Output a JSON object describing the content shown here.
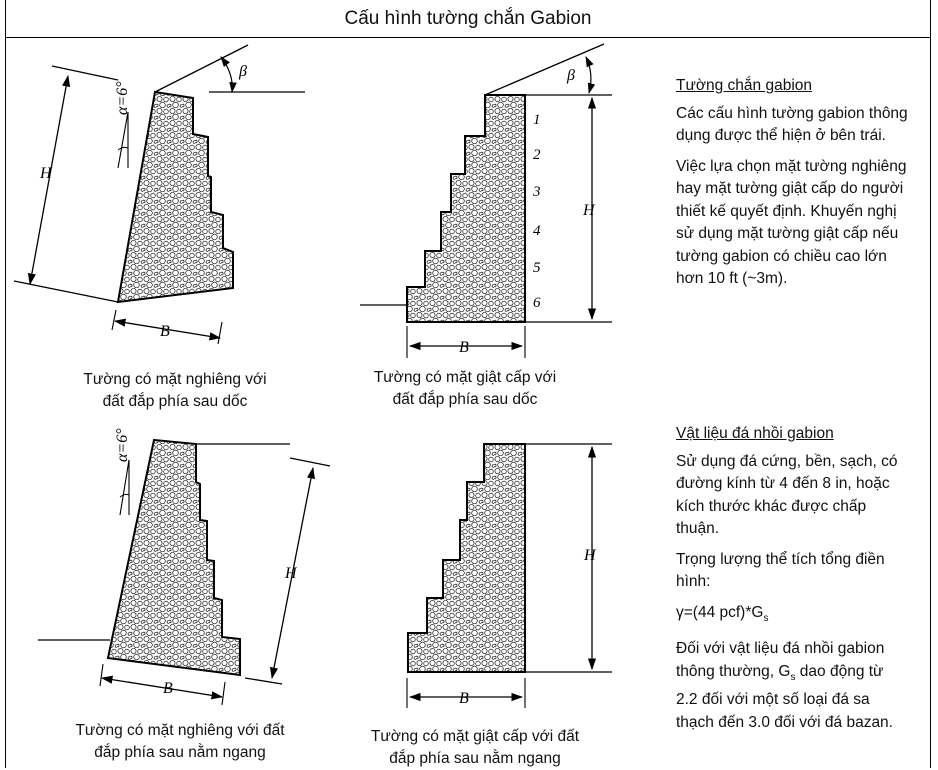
{
  "title": "Cấu hình tường chắn Gabion",
  "captions": {
    "tl": [
      "Tường có mặt nghiêng với",
      "đất đắp phía sau dốc"
    ],
    "tr": [
      "Tường có mặt giật cấp với",
      "đất đắp phía sau dốc"
    ],
    "bl": [
      "Tường có mặt nghiêng với đất",
      "đắp phía sau nằm ngang"
    ],
    "br": [
      "Tường có mặt giật cấp với đất",
      "đắp phía sau nằm ngang"
    ]
  },
  "labels": {
    "H": "H",
    "B": "B",
    "beta": "β",
    "alpha": "α=6°",
    "tiers": [
      "1",
      "2",
      "3",
      "4",
      "5",
      "6"
    ]
  },
  "panel1": {
    "heading": "Tường chắn gabion",
    "p1": "Các cấu hình tường gabion thông dụng được thể hiện ở bên trái.",
    "p2": "Việc lựa chọn mặt tường nghiêng hay mặt tường giật cấp do người thiết kế quyết định. Khuyến nghị sử dụng mặt tường giật cấp nếu tường gabion có chiều cao lớn hơn 10 ft (~3m)."
  },
  "panel2": {
    "heading": "Vật liệu đá nhồi gabion",
    "p1": "Sử dụng đá cứng, bền, sạch, có đường kính từ 4 đến 8 in, hoặc kích thước khác được chấp thuận.",
    "p2": "Trọng lượng thể tích tổng điền hình:",
    "formula_main": "γ=(44 pcf)*G",
    "formula_sub": "s",
    "p3_a": "Đối với vật liệu đá nhồi gabion thông thường, G",
    "p3_sub": "s",
    "p3_b": " dao động từ 2.2 đối với một số loại đá sa thạch đến 3.0 đối với đá bazan."
  }
}
